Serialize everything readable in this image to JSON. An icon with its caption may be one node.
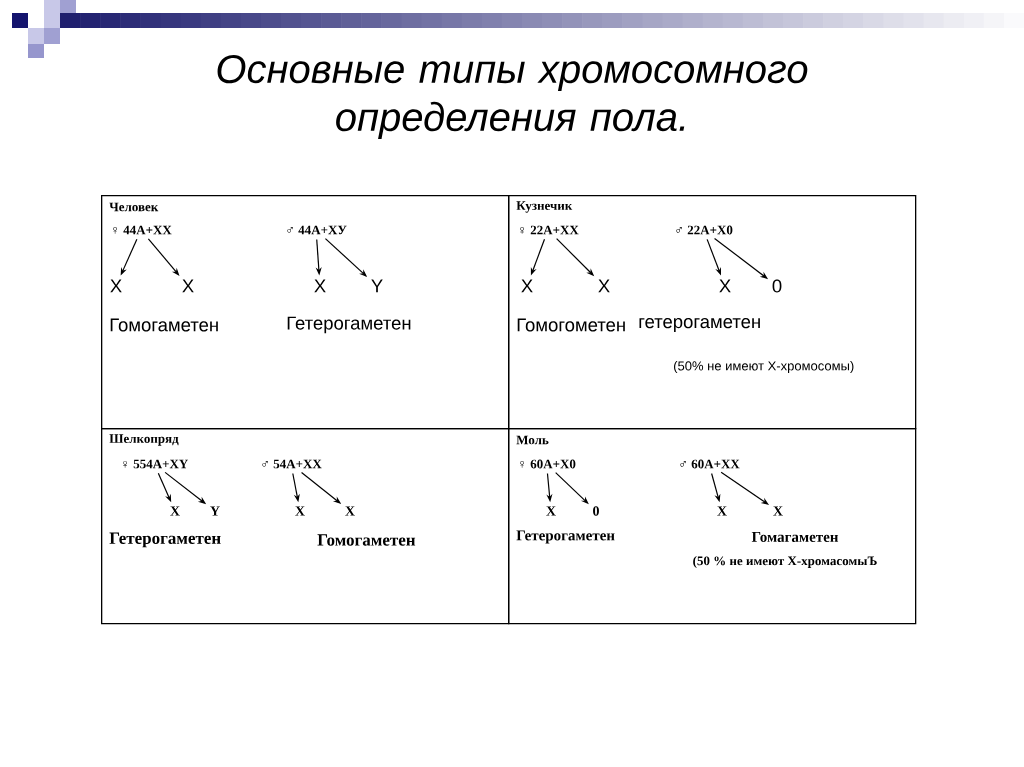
{
  "diagram": {
    "title": "Основные типы хромосомного определения пола.",
    "nodes": [
      {
        "text": [
          "Человек"
        ]
      },
      {
        "text": [
          "♀ 44А+ХХ"
        ],
        "in": 0
      },
      {
        "text": [
          "♂ 44А+ХУ"
        ],
        "in": 0
      },
      {
        "text": [
          "X"
        ],
        "in": 0
      },
      {
        "text": [
          "X"
        ],
        "in": 0
      },
      {
        "text": [
          "X"
        ],
        "in": 0
      },
      {
        "text": [
          "Y"
        ],
        "in": 0
      },
      {
        "text": [
          "Кузнечик"
        ]
      },
      {
        "text": [
          "♀ 22А+ХХ"
        ],
        "in": 7
      },
      {
        "text": [
          "♂ 22А+Х0"
        ],
        "in": 7
      },
      {
        "text": [
          "X"
        ],
        "in": 7
      },
      {
        "text": [
          "X"
        ],
        "in": 7
      },
      {
        "text": [
          "X"
        ],
        "in": 7
      },
      {
        "text": [
          "0"
        ],
        "in": 7
      },
      {
        "text": [
          "Шелкопряд"
        ]
      },
      {
        "text": [
          "♀ 554А+ХY"
        ],
        "in": 14
      },
      {
        "text": [
          "♂ 54А+ХХ"
        ],
        "in": 14
      },
      {
        "text": [
          "X"
        ],
        "in": 14
      },
      {
        "text": [
          "Y"
        ],
        "in": 14
      },
      {
        "text": [
          "X"
        ],
        "in": 14
      },
      {
        "text": [
          "X"
        ],
        "in": 14
      },
      {
        "text": [
          "Моль"
        ]
      },
      {
        "text": [
          "♀ 60А+Х0"
        ],
        "in": 21
      },
      {
        "text": [
          "♂ 60А+ХХ"
        ],
        "in": 21
      },
      {
        "text": [
          "X"
        ],
        "in": 21
      },
      {
        "text": [
          "0"
        ],
        "in": 21
      },
      {
        "text": [
          "X"
        ],
        "in": 21
      },
      {
        "text": [
          "X"
        ],
        "in": 21
      }
    ],
    "edges": [
      {
        "from": 1,
        "to": 3,
        "arrow": "to"
      },
      {
        "from": 1,
        "to": 4,
        "arrow": "to"
      },
      {
        "from": 2,
        "to": 5,
        "arrow": "to"
      },
      {
        "from": 2,
        "to": 6,
        "arrow": "to"
      },
      {
        "from": 8,
        "to": 10,
        "arrow": "to"
      },
      {
        "from": 8,
        "to": 11,
        "arrow": "to"
      },
      {
        "from": 9,
        "to": 12,
        "arrow": "to"
      },
      {
        "from": 9,
        "to": 13,
        "arrow": "to"
      },
      {
        "from": 15,
        "to": 17,
        "arrow": "to"
      },
      {
        "from": 15,
        "to": 18,
        "arrow": "to"
      },
      {
        "from": 16,
        "to": 19,
        "arrow": "to"
      },
      {
        "from": 16,
        "to": 20,
        "arrow": "to"
      },
      {
        "from": 22,
        "to": 24,
        "arrow": "to"
      },
      {
        "from": 22,
        "to": 25,
        "arrow": "to"
      },
      {
        "from": 23,
        "to": 26,
        "arrow": "to"
      },
      {
        "from": 23,
        "to": 27,
        "arrow": "to"
      }
    ],
    "labels": [
      "Гомогаметен",
      "Гетерогаметен",
      "Гомогометен",
      "гетерогаметен",
      "(50% не имеют Х-хромосомы)",
      "Гетерогаметен",
      "Гомогаметен",
      "Гетерогаметен",
      "Гомагаметен",
      "(50 % не имеют Х-хромасомыЪ"
    ]
  }
}
